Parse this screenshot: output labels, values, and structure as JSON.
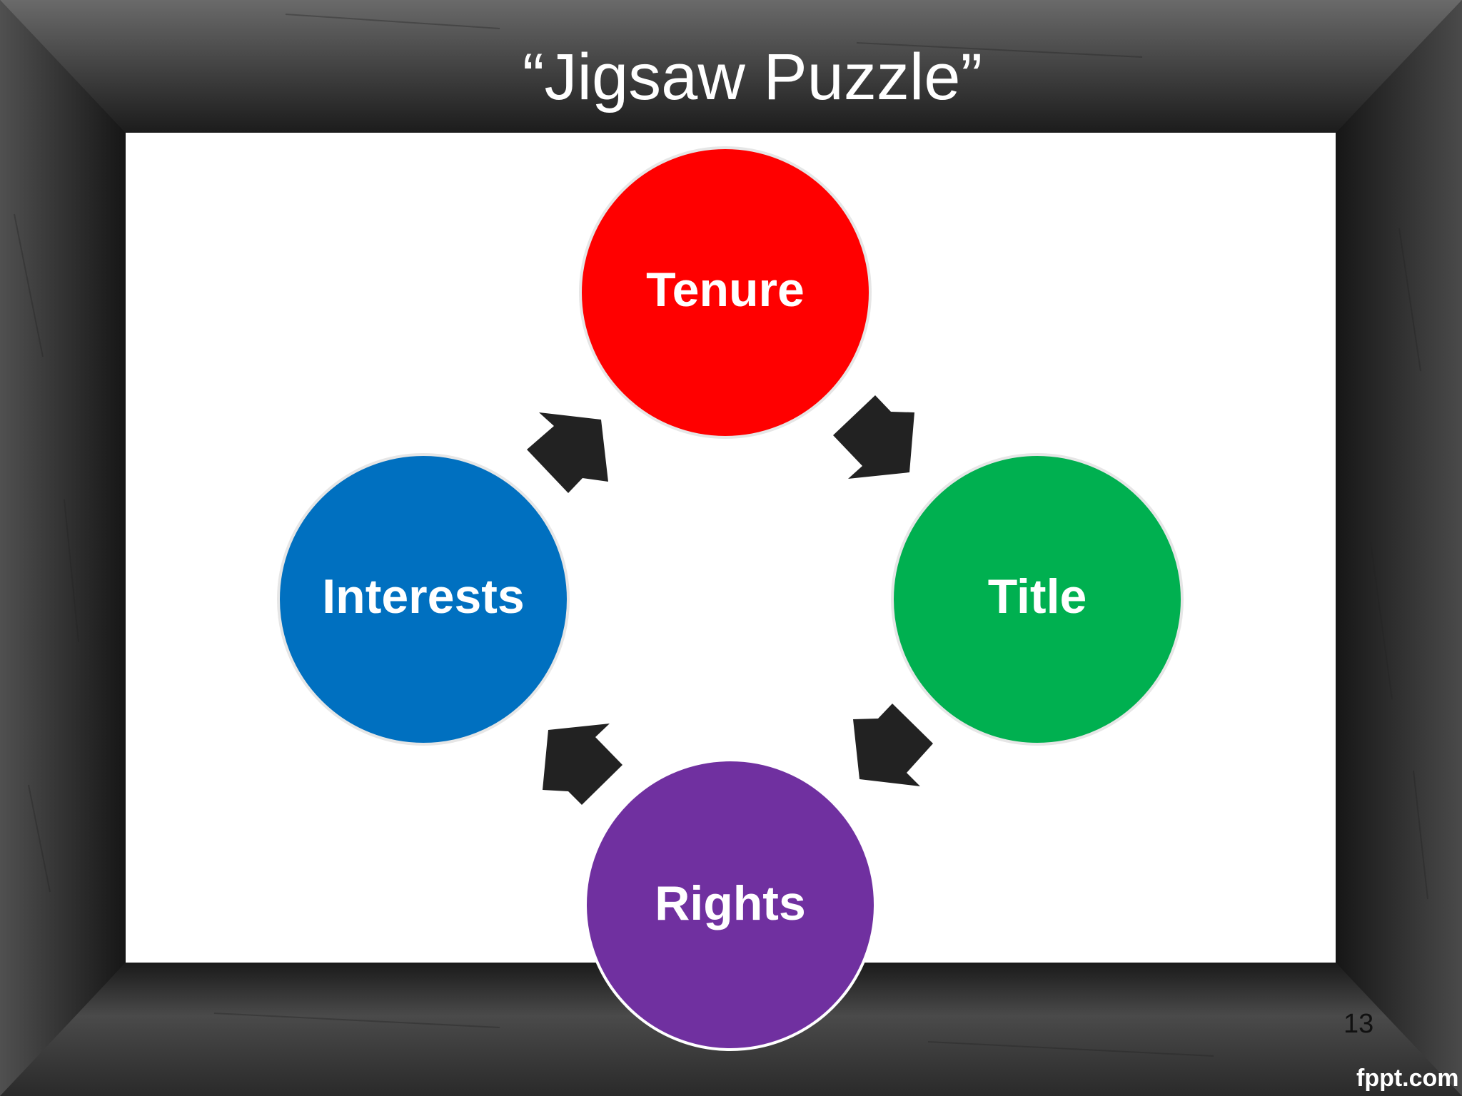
{
  "slide": {
    "title": "“Jigsaw Puzzle”",
    "page_number": "13",
    "watermark": "fppt.com"
  },
  "diagram": {
    "nodes": [
      {
        "id": "tenure",
        "label": "Tenure",
        "color": "#FF0000"
      },
      {
        "id": "title",
        "label": "Title",
        "color": "#00B050"
      },
      {
        "id": "rights",
        "label": "Rights",
        "color": "#7030A0"
      },
      {
        "id": "interests",
        "label": "Interests",
        "color": "#0070C0"
      }
    ],
    "cycle_direction": "clockwise",
    "arrow_color": "#222222"
  },
  "colors": {
    "frame": "#3a3a3a",
    "canvas": "#ffffff",
    "title_text": "#ffffff"
  }
}
